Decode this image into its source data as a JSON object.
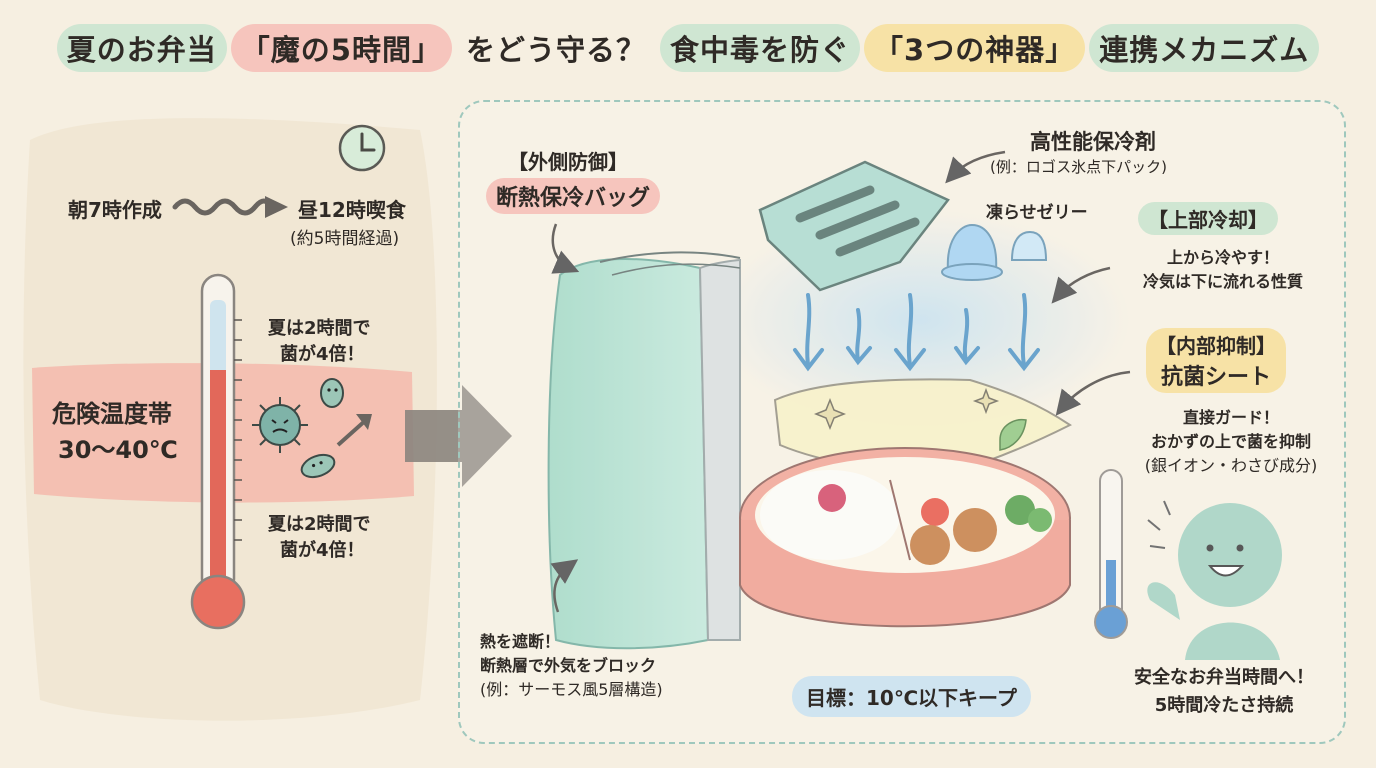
{
  "title": {
    "seg1": "夏のお弁当",
    "seg2": "「魔の5時間」",
    "seg3": "をどう守る？",
    "seg4": "食中毒を防ぐ",
    "seg5": "「3つの神器」",
    "seg6": "連携メカニズム"
  },
  "left": {
    "morning": "朝7時作成",
    "noon": "昼12時喫食",
    "elapsed": "(約5時間経過)",
    "bacteria_note_top": [
      "夏は2時間で",
      "菌が4倍！"
    ],
    "danger_zone": [
      "危険温度帯",
      "30〜40℃"
    ],
    "bacteria_note_bottom": [
      "夏は2時間で",
      "菌が4倍！"
    ]
  },
  "bag": {
    "label": "【外側防御】",
    "name": "断熱保冷バッグ",
    "desc": [
      "熱を遮断！",
      "断熱層で外気をブロック",
      "(例：サーモス風5層構造)"
    ]
  },
  "ice": {
    "name": "高性能保冷剤",
    "example": "(例：ロゴス氷点下パック)",
    "jelly": "凍らせゼリー"
  },
  "top_cool": {
    "label": "【上部冷却】",
    "desc": [
      "上から冷やす！",
      "冷気は下に流れる性質"
    ]
  },
  "sheet": {
    "label": "【内部抑制】",
    "name": "抗菌シート",
    "desc": [
      "直接ガード！",
      "おかずの上で菌を抑制",
      "(銀イオン・わさび成分)"
    ]
  },
  "goal": "目標：10℃以下キープ",
  "result": [
    "安全なお弁当時間へ！",
    "5時間冷たさ持続"
  ],
  "colors": {
    "background": "#f6efe1",
    "green": "#cfe6d2",
    "red": "#f6c5bd",
    "yellow": "#f7e2a6",
    "blue": "#cfe4f0"
  }
}
